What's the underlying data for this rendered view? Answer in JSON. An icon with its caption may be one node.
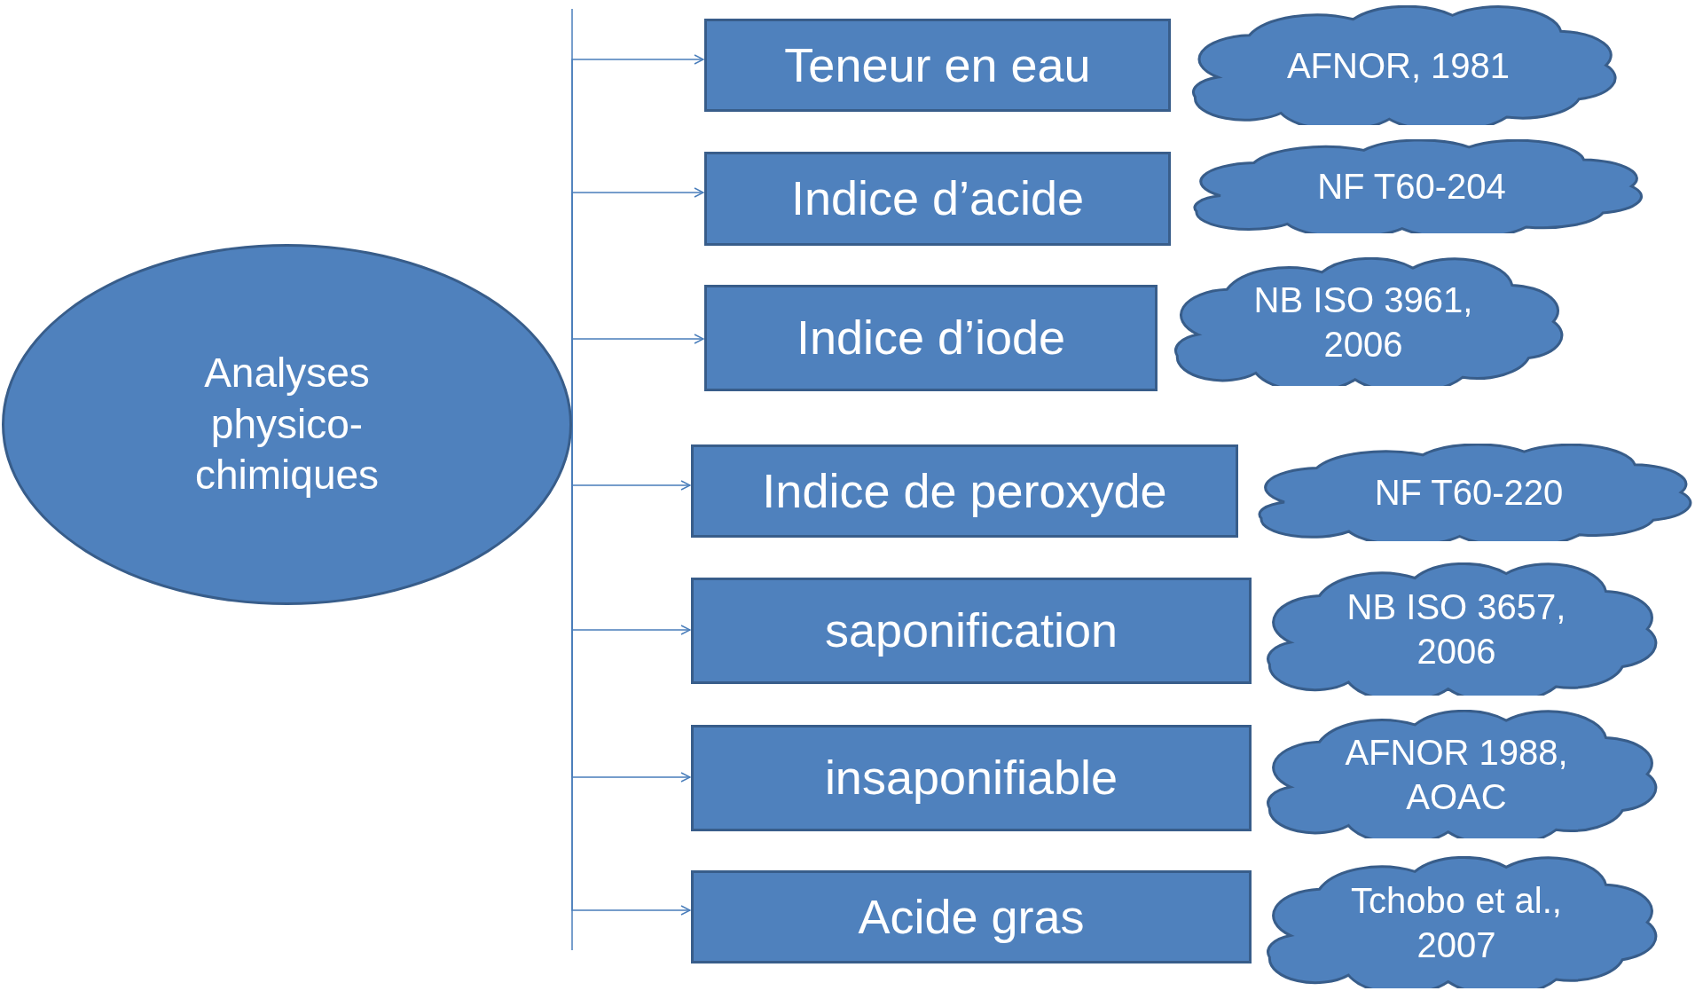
{
  "diagram": {
    "nodes": [
      {
        "text": [
          "Analyses physico-chimiques"
        ]
      },
      {
        "text": [
          "Teneur en eau"
        ]
      },
      {
        "text": [
          "Indice d’acide"
        ]
      },
      {
        "text": [
          "Indice d’iode"
        ]
      },
      {
        "text": [
          "Indice de peroxyde"
        ]
      },
      {
        "text": [
          "saponification"
        ]
      },
      {
        "text": [
          "insaponifiable"
        ]
      },
      {
        "text": [
          "Acide gras"
        ]
      },
      {
        "text": [
          "AFNOR, 1981"
        ]
      },
      {
        "text": [
          "NF T60-204"
        ]
      },
      {
        "text": [
          "NB ISO 3961, 2006"
        ]
      },
      {
        "text": [
          "NF T60-220"
        ]
      },
      {
        "text": [
          "NB ISO 3657, 2006"
        ]
      },
      {
        "text": [
          "AFNOR 1988, AOAC"
        ]
      },
      {
        "text": [
          "Tchobo et al., 2007"
        ]
      }
    ],
    "edges": [
      {
        "from": 0,
        "to": 1,
        "arrow": "to"
      },
      {
        "from": 0,
        "to": 2,
        "arrow": "to"
      },
      {
        "from": 0,
        "to": 3,
        "arrow": "to"
      },
      {
        "from": 0,
        "to": 4,
        "arrow": "to"
      },
      {
        "from": 0,
        "to": 5,
        "arrow": "to"
      },
      {
        "from": 0,
        "to": 6,
        "arrow": "to"
      },
      {
        "from": 0,
        "to": 7,
        "arrow": "to"
      }
    ]
  }
}
